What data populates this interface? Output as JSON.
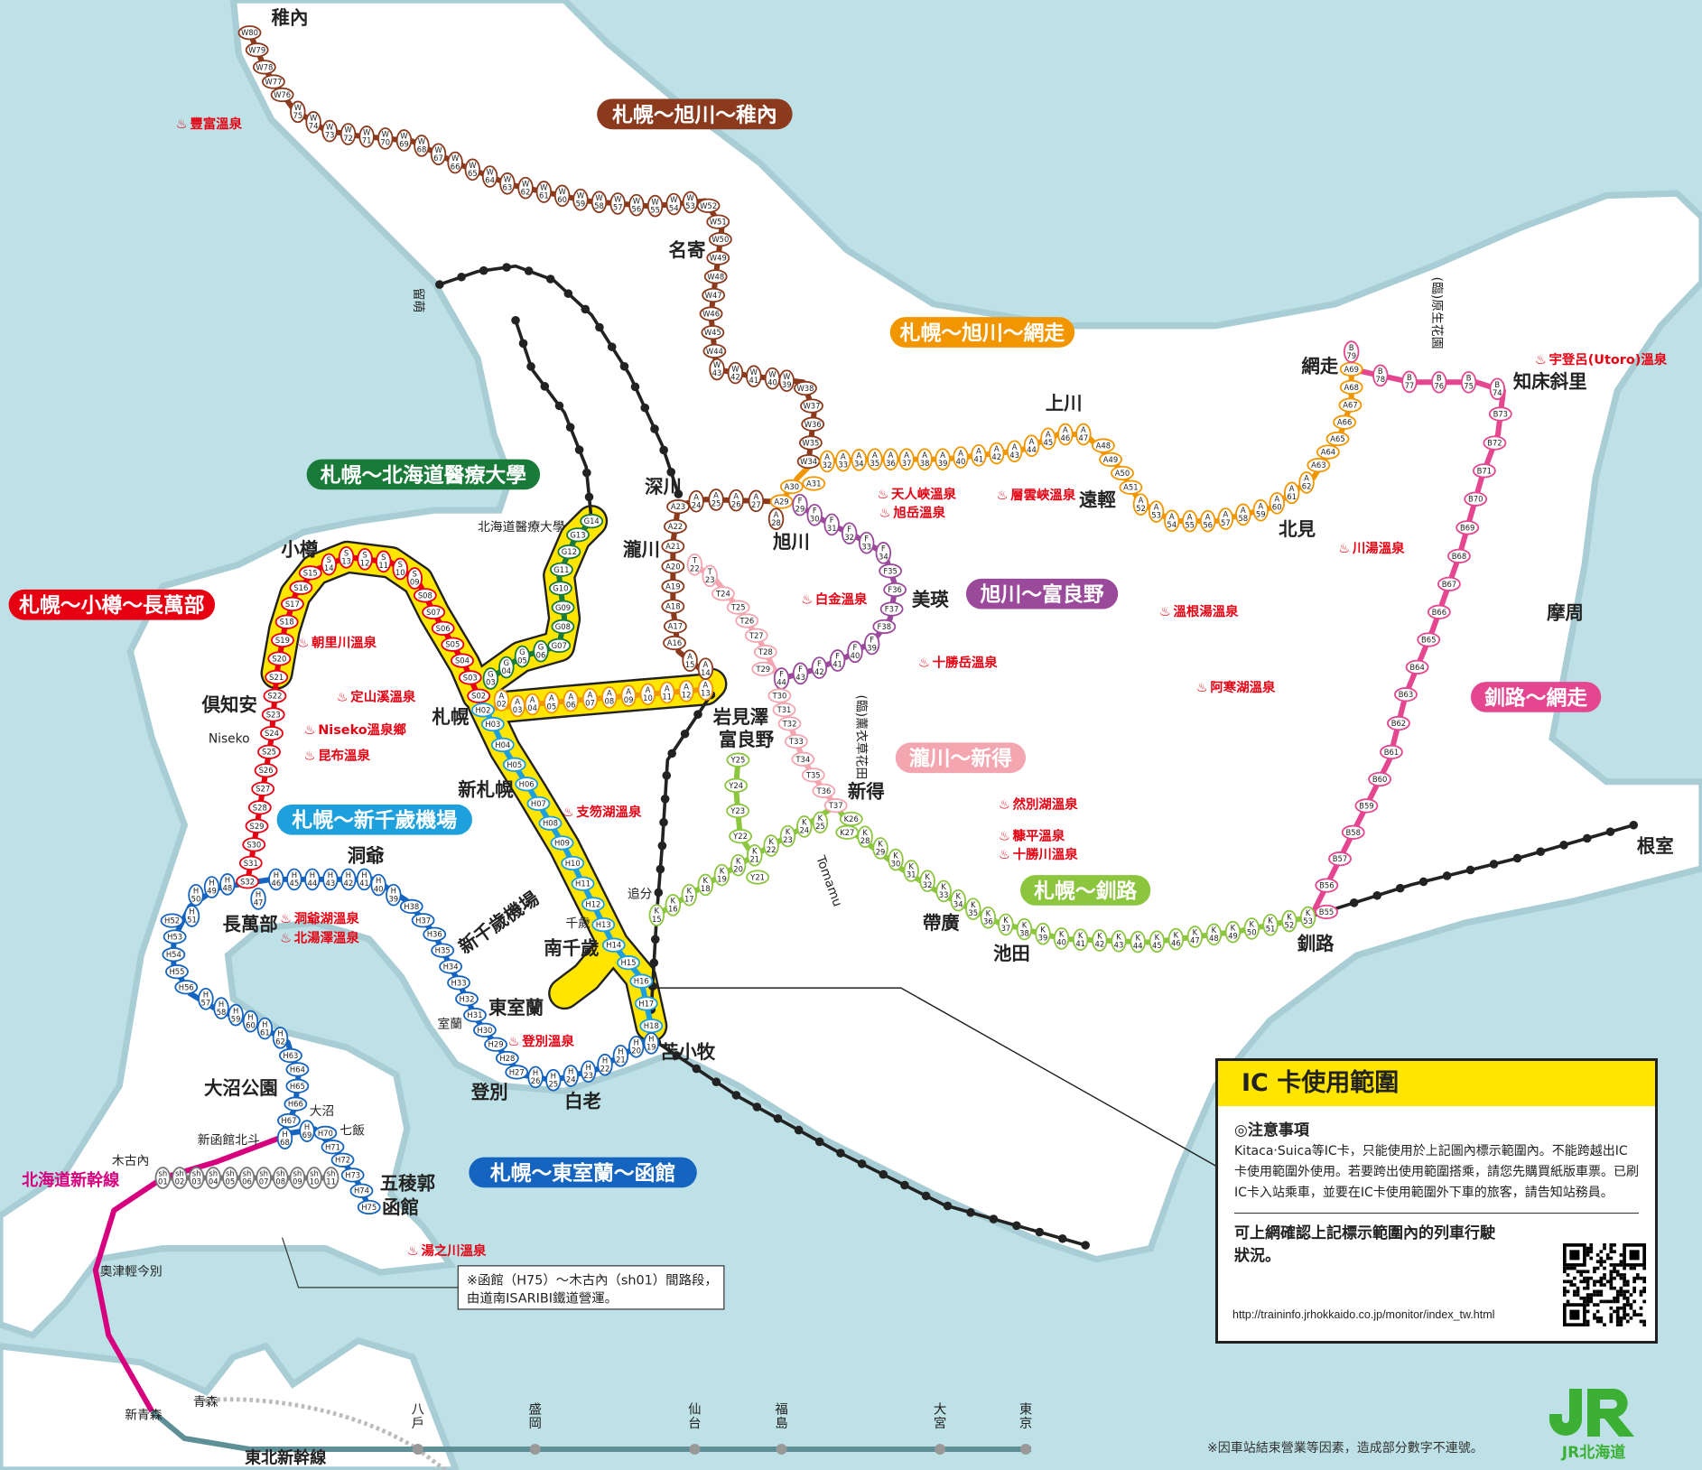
{
  "routes": [
    {
      "id": "wakkanai",
      "label": "札幌～旭川～稚內",
      "color": "#8b3a1e",
      "codes": {
        "prefix": "W",
        "from": 34,
        "to": 80
      }
    },
    {
      "id": "abashiri",
      "label": "札幌～旭川～網走",
      "color": "#f29600",
      "codes": {
        "prefix": "A",
        "from": 29,
        "to": 69
      }
    },
    {
      "id": "iryodai",
      "label": "札幌～北海道醫療大學",
      "color": "#1a7a3a",
      "codes": {
        "prefix": "G",
        "from": 3,
        "to": 14
      }
    },
    {
      "id": "otaru",
      "label": "札幌～小樽～長萬部",
      "color": "#e60012",
      "codes": {
        "prefix": "S",
        "from": 2,
        "to": 32
      }
    },
    {
      "id": "furano",
      "label": "旭川～富良野",
      "color": "#9b4a9b",
      "codes": {
        "prefix": "F",
        "from": 29,
        "to": 44
      }
    },
    {
      "id": "takikawa",
      "label": "瀧川～新得",
      "color": "#f4a6b0",
      "codes": {
        "prefix": "T",
        "from": 22,
        "to": 37
      }
    },
    {
      "id": "chitose",
      "label": "札幌～新千歲機場",
      "color": "#1ea0dc",
      "codes": {
        "prefix": "H",
        "from": 2,
        "to": 18
      }
    },
    {
      "id": "kushiro",
      "label": "札幌～釧路",
      "color": "#8cc63f",
      "codes": {
        "prefix": "K",
        "from": 15,
        "to": 53
      }
    },
    {
      "id": "senmo",
      "label": "釧路～網走",
      "color": "#e4468f",
      "codes": {
        "prefix": "B",
        "from": 79,
        "to": 55
      }
    },
    {
      "id": "hakodate",
      "label": "札幌～東室蘭～函館",
      "color": "#1565c0",
      "codes": {
        "prefix": "H",
        "from": 19,
        "to": 75
      }
    },
    {
      "id": "sapporo_iwamizawa",
      "label": "",
      "color": "#f29600",
      "codes": {
        "prefix": "A",
        "from": 2,
        "to": 13
      }
    },
    {
      "id": "iwamizawa_asahikawa",
      "label": "",
      "color": "#8b3a1e",
      "codes": {
        "prefix": "A",
        "from": 14,
        "to": 28
      }
    },
    {
      "id": "yubari",
      "label": "",
      "color": "#8cc63f",
      "codes": {
        "prefix": "Y",
        "from": 25,
        "to": 21
      }
    },
    {
      "id": "isaribi",
      "label": "",
      "color": "#777777",
      "codes": {
        "prefix": "sh",
        "from": 1,
        "to": 11
      }
    },
    {
      "id": "hokkaido_shinkansen",
      "label": "北海道新幹線",
      "color": "#d6007f"
    },
    {
      "id": "tohoku_shinkansen",
      "label": "東北新幹線",
      "color": "#5f8f96"
    }
  ],
  "stations": [
    "稚內",
    "名寄",
    "深川",
    "旭川",
    "瀧川",
    "岩見澤",
    "札幌",
    "小樽",
    "倶知安",
    "長萬部",
    "洞爺",
    "東室蘭",
    "登別",
    "白老",
    "苫小牧",
    "南千歲",
    "新千歲機場",
    "新札幌",
    "大沼公園",
    "新函館北斗",
    "五稜郭",
    "函館",
    "木古內",
    "奧津輕今別",
    "新青森",
    "青森",
    "富良野",
    "美瑛",
    "新得",
    "帶廣",
    "池田",
    "釧路",
    "根室",
    "摩周",
    "知床斜里",
    "網走",
    "北見",
    "遠輕",
    "上川",
    "Niseko",
    "追分",
    "千歲",
    "Tomamu",
    "室蘭",
    "大沼",
    "七飯",
    "(臨)薰衣草花田",
    "(臨)原生花園",
    "留萌",
    "北海道醫療大學"
  ],
  "tohoku_stations": [
    "八戶",
    "盛岡",
    "仙台",
    "福島",
    "大宮",
    "東京"
  ],
  "hot_springs": [
    "豐富溫泉",
    "朝里川溫泉",
    "定山溪溫泉",
    "Niseko溫泉鄉",
    "昆布溫泉",
    "洞爺湖溫泉",
    "北湯澤溫泉",
    "支笏湖溫泉",
    "登別溫泉",
    "湯之川溫泉",
    "天人峽溫泉",
    "旭岳溫泉",
    "層雲峽溫泉",
    "白金溫泉",
    "十勝岳溫泉",
    "然別湖溫泉",
    "糠平溫泉",
    "十勝川溫泉",
    "溫根湯溫泉",
    "阿寒湖溫泉",
    "川湯溫泉",
    "宇登呂(Utoro)溫泉"
  ],
  "hot_spring_icon": "hot-spring-icon",
  "isaribi_note": [
    "※函館（H75）～木古內（sh01）間路段，",
    "由道南ISARIBI鐵道營運。"
  ],
  "ic_box": {
    "title": "IC 卡使用範圍",
    "note_title": "◎注意事項",
    "note_body": "Kitaca‧Suica等IC卡，只能使用於上記圖內標示範圍內。不能跨越出IC卡使用範圍外使用。若要跨出使用範圍搭乘，請您先購買紙版車票。已刷IC卡入站乘車，並要在IC卡使用範圍外下車的旅客，請告知站務員。",
    "check_text": "可上網確認上記標示範圍內的列車行駛狀況。",
    "url": "http://traininfo.jrhokkaido.co.jp/monitor/index_tw.html",
    "ic_area_color": "#ffe500"
  },
  "footnote": "※因車站結束營業等因素，造成部分數字不連號。",
  "logo": {
    "mark": "JR",
    "name": "JR北海道",
    "color": "#3cb034"
  },
  "colors": {
    "sea": "#bde1e6",
    "land": "#ffffff",
    "hot_spring": "#e60012"
  }
}
